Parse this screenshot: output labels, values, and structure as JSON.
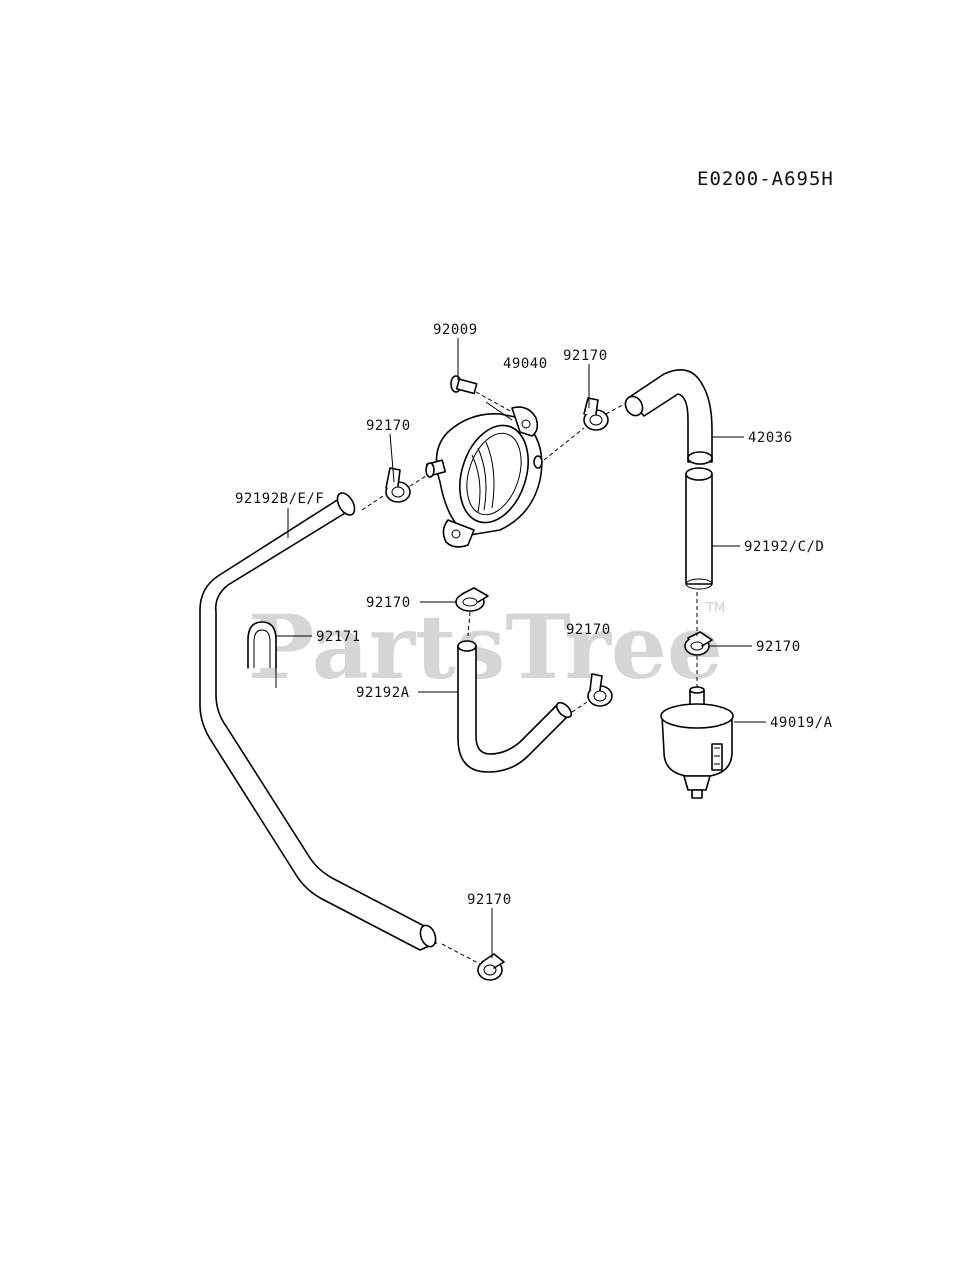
{
  "diagram": {
    "code": "E0200-A695H",
    "watermark": "PartsTree",
    "watermark_tm": "TM",
    "callouts": {
      "c_92009": "92009",
      "c_49040": "49040",
      "c_92170_top": "92170",
      "c_92170_left": "92170",
      "c_42036": "42036",
      "c_92192bef": "92192B/E/F",
      "c_92192cd": "92192/C/D",
      "c_92170_mid": "92170",
      "c_92170_center": "92170",
      "c_92171": "92171",
      "c_92170_right": "92170",
      "c_92192a": "92192A",
      "c_49019a": "49019/A",
      "c_92170_bottom": "92170"
    }
  }
}
